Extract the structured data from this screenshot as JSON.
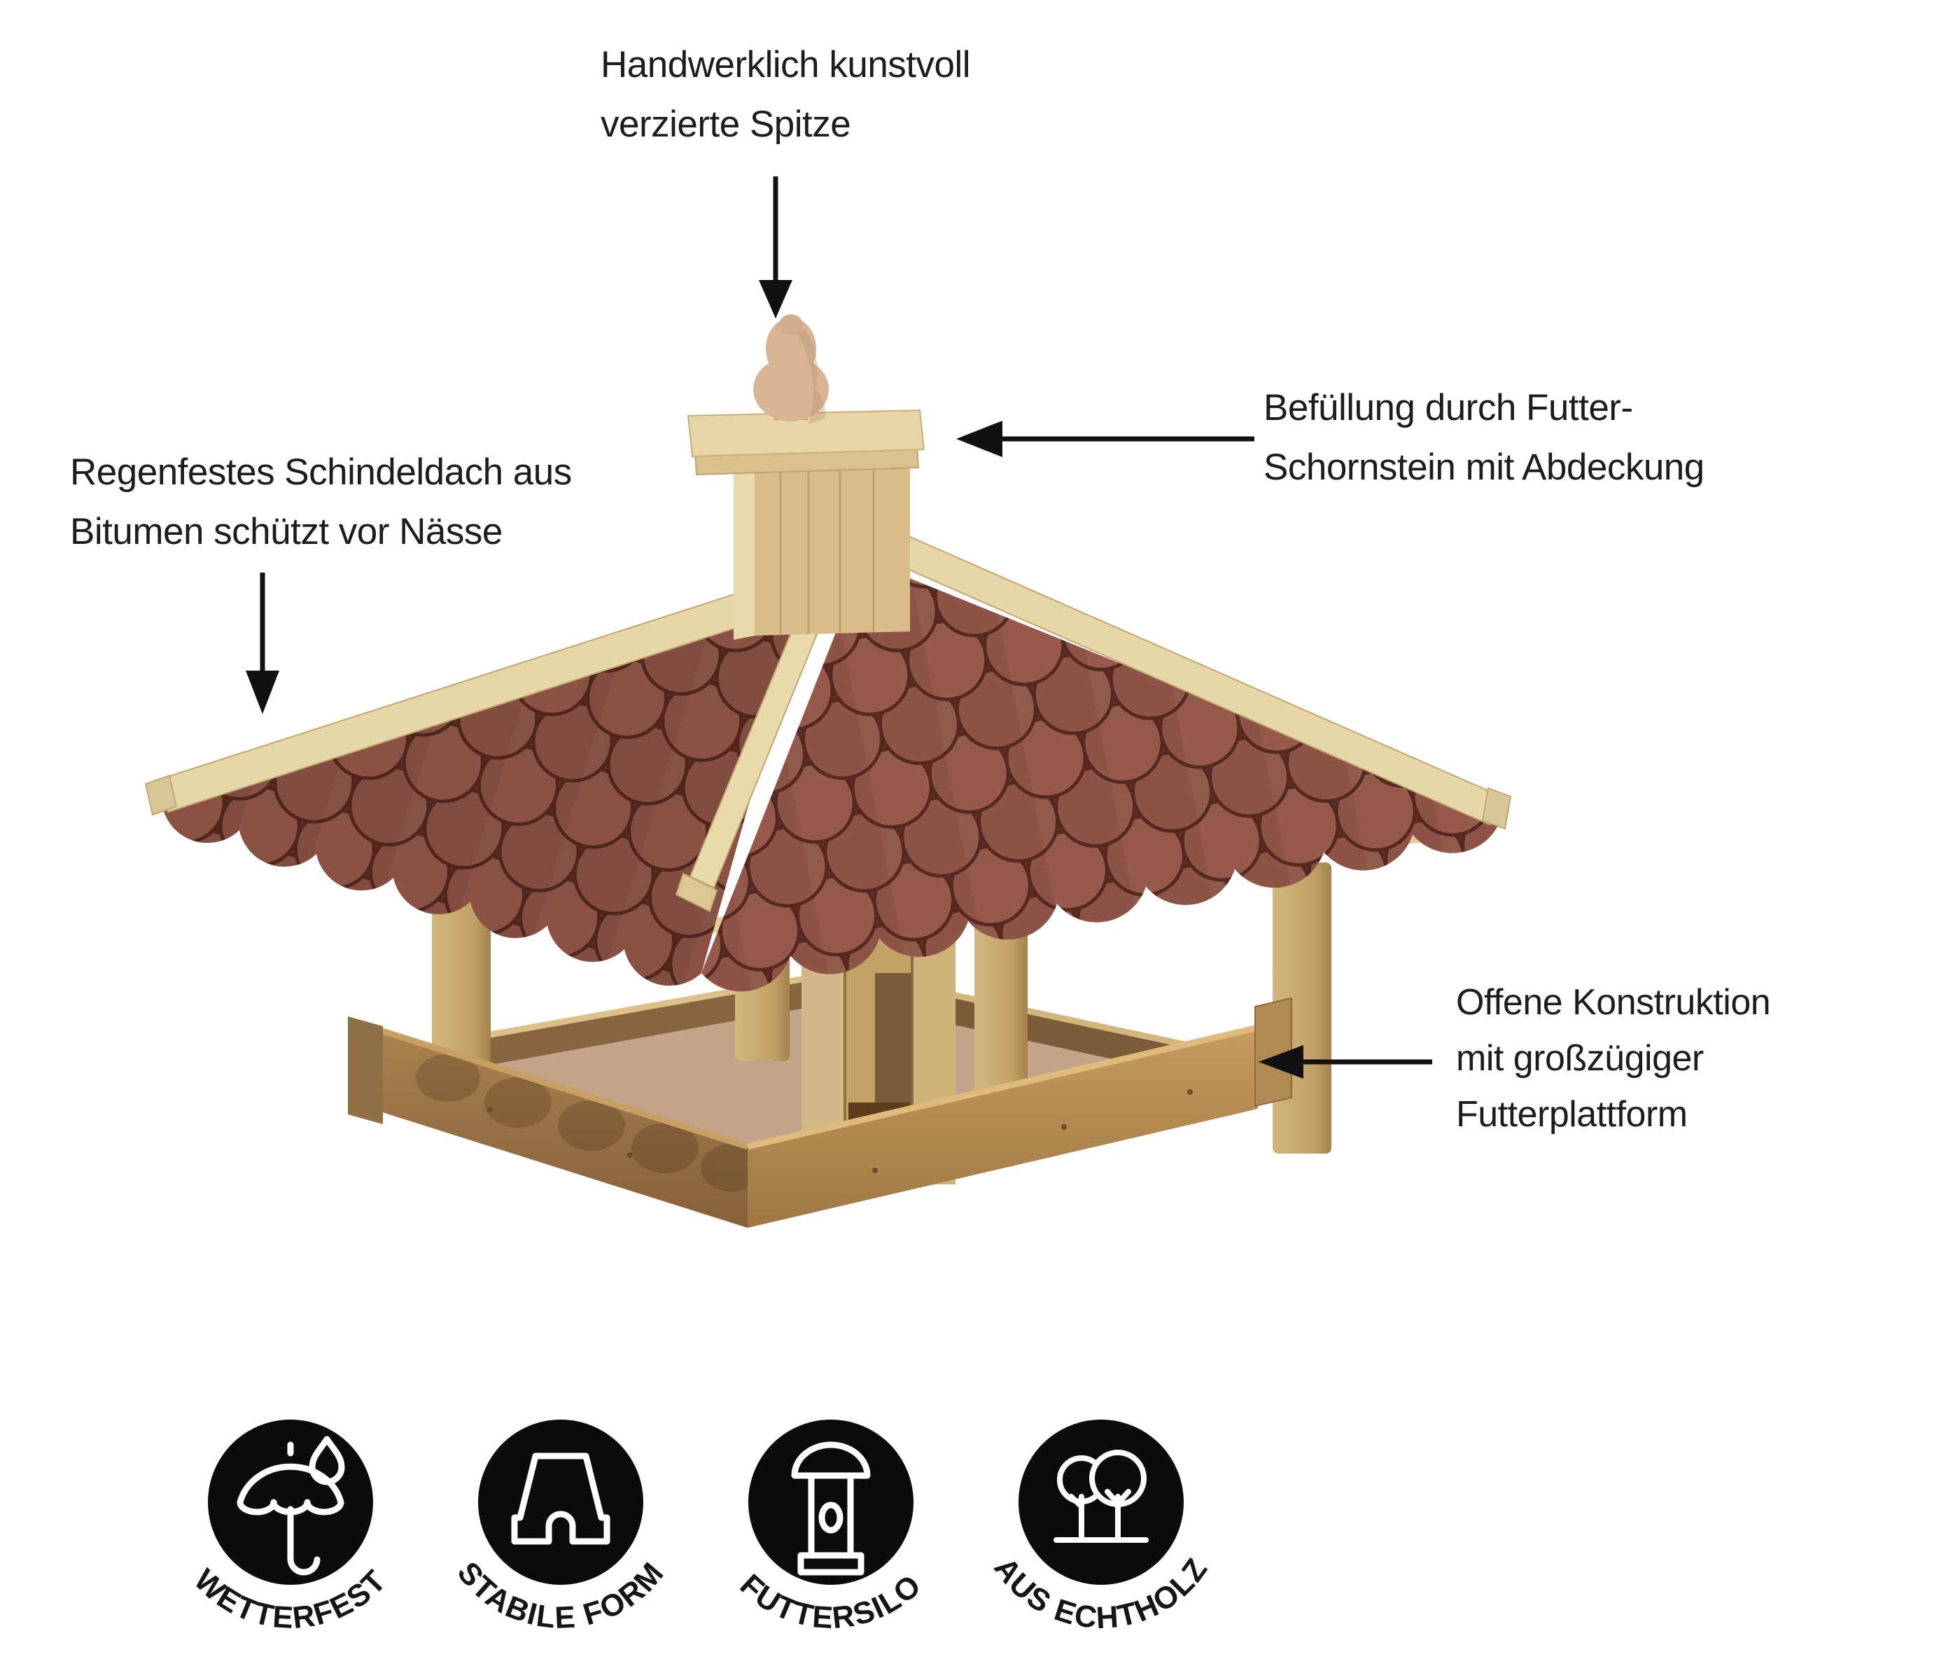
{
  "annotations": {
    "spitze": {
      "line1": "Handwerklich kunstvoll",
      "line2": "verzierte Spitze"
    },
    "schornstein": {
      "line1": "Befüllung durch Futter-",
      "line2": "Schornstein mit Abdeckung"
    },
    "dach": {
      "line1": "Regenfestes Schindeldach aus",
      "line2": "Bitumen schützt vor Nässe"
    },
    "plattform": {
      "line1": "Offene Konstruktion",
      "line2": "mit großzügiger",
      "line3": "Futterplattform"
    }
  },
  "feature_badges": [
    {
      "label": "WETTERFEST",
      "icon": "umbrella-rain-icon"
    },
    {
      "label": "STABILE FORM",
      "icon": "house-shape-icon"
    },
    {
      "label": "FUTTERSILO",
      "icon": "feeder-silo-icon"
    },
    {
      "label": "AUS ECHTHOLZ",
      "icon": "trees-icon"
    }
  ],
  "colors": {
    "background": "#ffffff",
    "text": "#1c1c1c",
    "arrow": "#111111",
    "badge_background": "#0b0b0b",
    "badge_glyph": "#ffffff",
    "shingle_red": "#8d5347",
    "shingle_gap": "#5e3129",
    "wood_light": "#e7d6a6",
    "wood_tan": "#d8bd8a",
    "wood_mid": "#cdb077",
    "wood_dark": "#9a7546",
    "platform_floor": "#c3a48a",
    "finial": "#d7b494"
  }
}
